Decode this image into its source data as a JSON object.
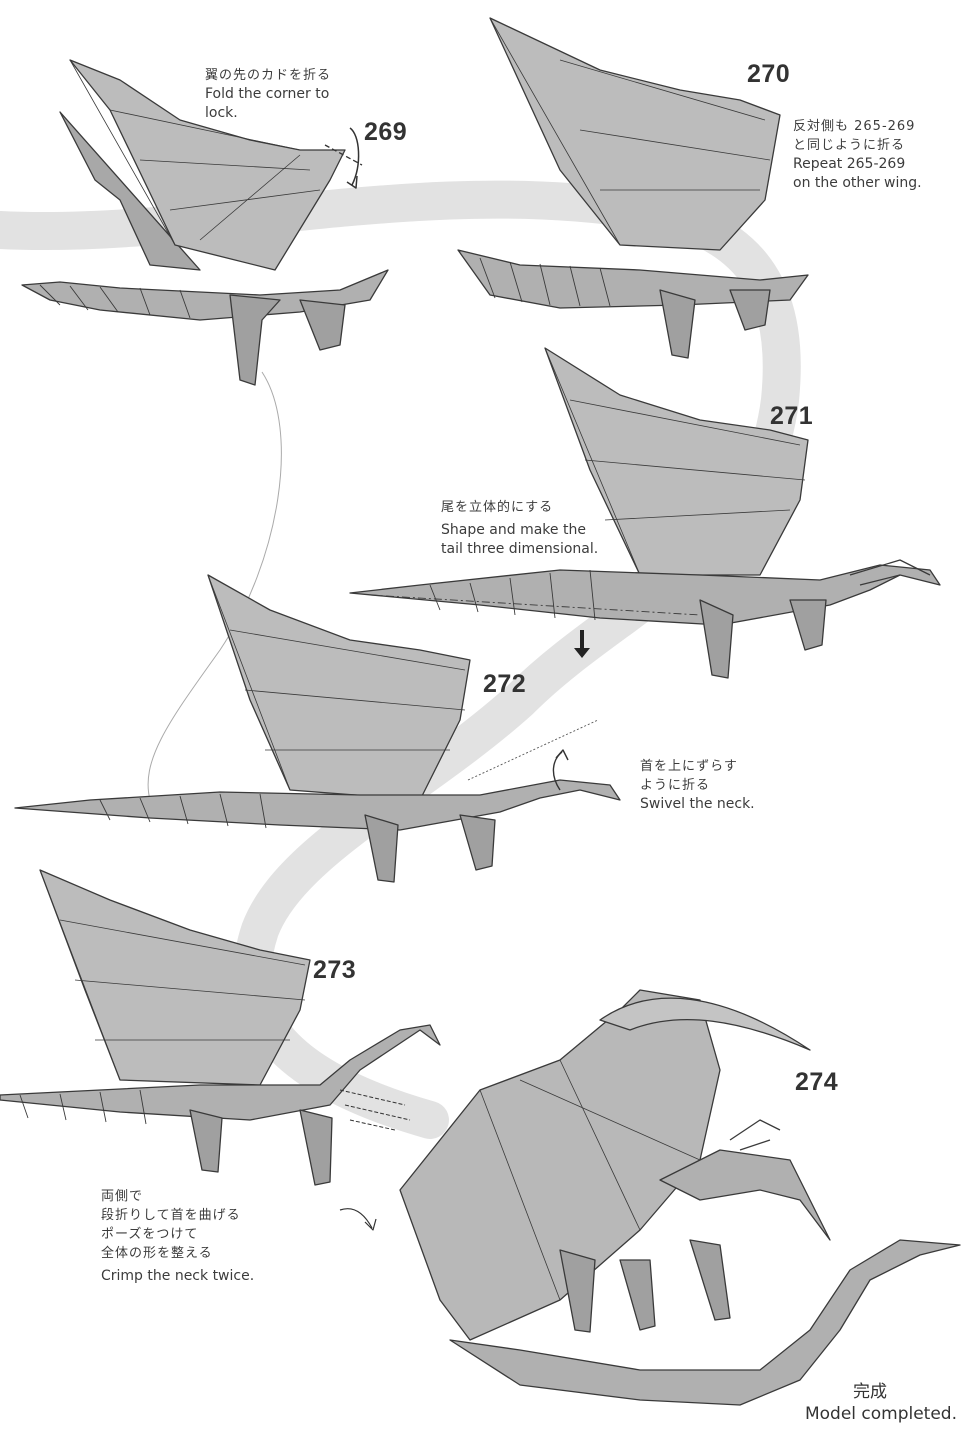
{
  "steps": [
    {
      "number": "269",
      "jp": "翼の先のカドを折る",
      "en": [
        "Fold the corner to",
        "lock."
      ]
    },
    {
      "number": "270",
      "jp": [
        "反対側も 265-269",
        "と同じように折る"
      ],
      "en": [
        "Repeat 265-269",
        "on the other wing."
      ]
    },
    {
      "number": "271",
      "jp": "尾を立体的にする",
      "en": [
        "Shape and make the",
        "tail three dimensional."
      ]
    },
    {
      "number": "272",
      "jp": [
        "首を上にずらす",
        "ように折る"
      ],
      "en": [
        "Swivel the neck."
      ]
    },
    {
      "number": "273",
      "jp": [
        "両側で",
        "段折りして首を曲げる",
        "ポーズをつけて",
        "全体の形を整える"
      ],
      "en": [
        "Crimp the neck twice."
      ]
    },
    {
      "number": "274"
    }
  ],
  "completion": {
    "jp": "完成",
    "en": "Model completed."
  },
  "colors": {
    "paper": "#b4b4b4",
    "paper_light": "#c9c9c9",
    "paper_dark": "#8f8f8f",
    "line": "#3a3a3a",
    "flow_band": "#e0e0e0"
  }
}
